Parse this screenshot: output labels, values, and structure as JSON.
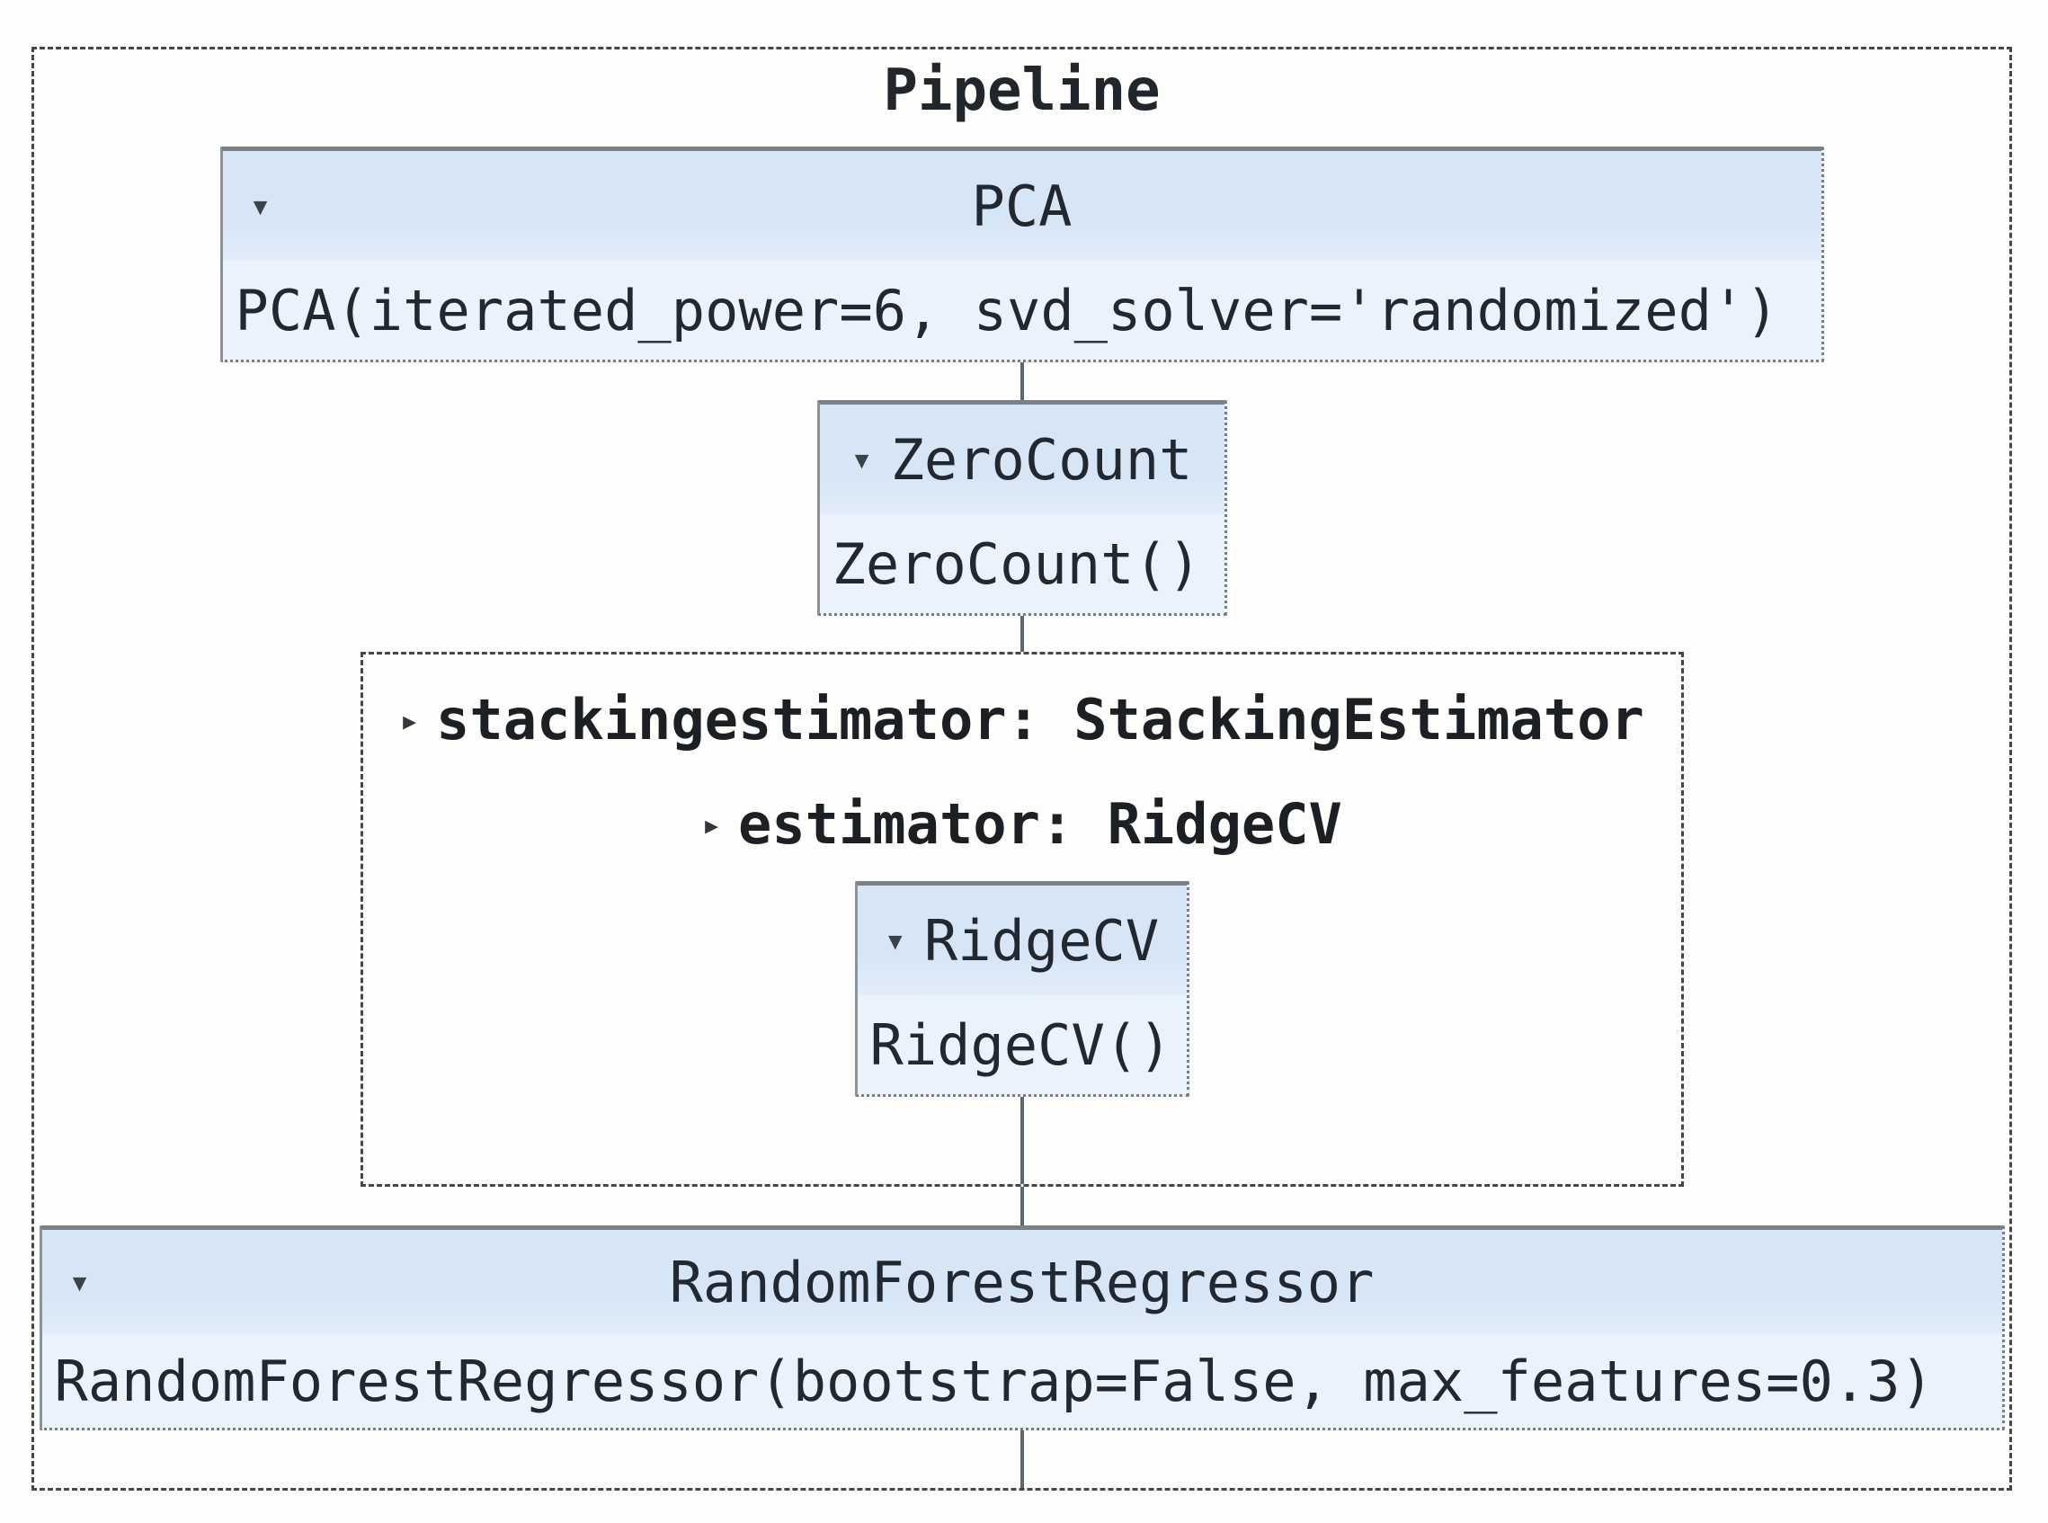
{
  "pipeline": {
    "title": "Pipeline",
    "steps": {
      "pca": {
        "name": "PCA",
        "params": "PCA(iterated_power=6, svd_solver='randomized')"
      },
      "zerocount": {
        "name": "ZeroCount",
        "params": "ZeroCount()"
      },
      "stackingestimator": {
        "label": "stackingestimator: StackingEstimator",
        "estimator": {
          "label": "estimator: RidgeCV",
          "ridgecv": {
            "name": "RidgeCV",
            "params": "RidgeCV()"
          }
        }
      },
      "randomforest": {
        "name": "RandomForestRegressor",
        "params": "RandomForestRegressor(bootstrap=False, max_features=0.3)"
      }
    }
  },
  "icons": {
    "expanded": "▾",
    "collapsed": "▸"
  },
  "colors": {
    "header_bg": "#d7e6f7",
    "content_bg": "#eaf3fc",
    "connector": "#5e676e",
    "dashed_border": "#474747",
    "box_top_border": "#79818a"
  }
}
